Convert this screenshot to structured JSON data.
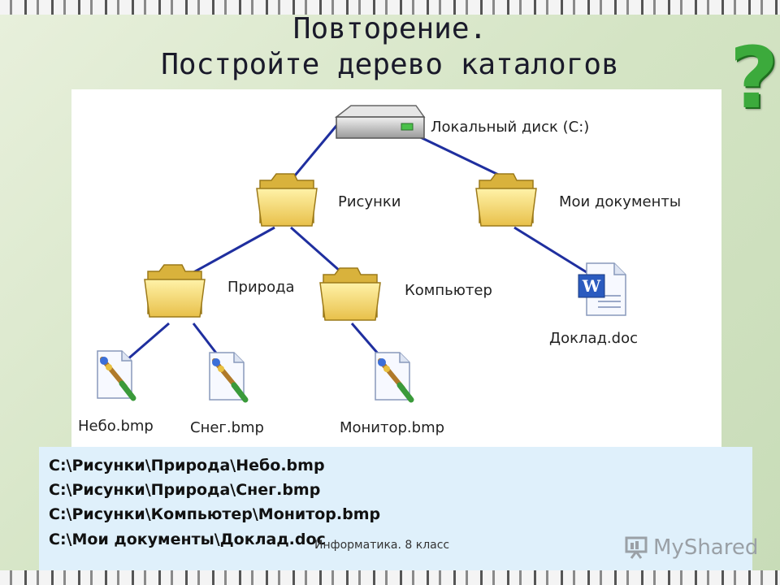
{
  "slide": {
    "title_line1": "Повторение.",
    "title_line2": "Постройте дерево каталогов",
    "question_mark": "?"
  },
  "tree": {
    "root": {
      "label": "Локальный диск (C:)",
      "icon": "hard-drive-icon"
    },
    "folders": [
      {
        "label": "Рисунки",
        "icon": "folder-icon"
      },
      {
        "label": "Мои документы",
        "icon": "folder-icon"
      },
      {
        "label": "Природа",
        "icon": "folder-icon"
      },
      {
        "label": "Компьютер",
        "icon": "folder-icon"
      }
    ],
    "files": [
      {
        "label": "Небо.bmp",
        "icon": "bitmap-file-icon"
      },
      {
        "label": "Снег.bmp",
        "icon": "bitmap-file-icon"
      },
      {
        "label": "Монитор.bmp",
        "icon": "bitmap-file-icon"
      },
      {
        "label": "Доклад.doc",
        "icon": "word-document-icon"
      }
    ],
    "word_icon_letter": "W",
    "edge_color": "#1f2f9f"
  },
  "paths": [
    "C:\\Рисунки\\Природа\\Небо.bmp",
    "C:\\Рисунки\\Природа\\Снег.bmp",
    "C:\\Рисунки\\Компьютер\\Монитор.bmp",
    "C:\\Мои документы\\Доклад.doc"
  ],
  "footer": {
    "course": "Информатика. 8 класс",
    "logo_text": "MyShared"
  },
  "colors": {
    "accent_question": "#3caa3c",
    "panel_bg": "#dff0fb",
    "folder": "#f5d76e"
  }
}
